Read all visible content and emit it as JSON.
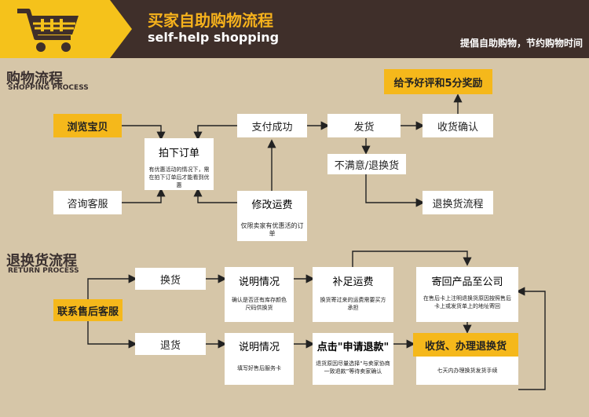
{
  "header": {
    "title": "买家自助购物流程",
    "subtitle": "self-help shopping",
    "slogan": "提倡自助购物，节约购物时间",
    "cart_icon": "shopping-cart-icon"
  },
  "shopping": {
    "title": "购物流程",
    "title_en": "SHOPPING PROCESS",
    "browse": "浏览宝贝",
    "order": "拍下订单",
    "order_note": "有优惠活动的情况下，需在拍下订单后才能看到优惠",
    "consult": "咨询客服",
    "pay": "支付成功",
    "modify": "修改运费",
    "modify_note": "仅限卖家有优惠活的订单",
    "ship": "发货",
    "confirm": "收货确认",
    "review": "给予好评和5分奖励",
    "unsatisfied": "不满意/退换货",
    "return_flow": "退换货流程"
  },
  "returns": {
    "title": "退换货流程",
    "title_en": "RETURN PROCESS",
    "contact": "联系售后客服",
    "exchange": "换货",
    "explain1": "说明情况",
    "explain1_note": "确认是否还有库存颜色尺码供换货",
    "freight": "补足运费",
    "freight_note": "换货寄过来的运费需要买方承担",
    "sendback": "寄回产品至公司",
    "sendback_note": "在售后卡上注明退换货原因按照售后卡上或发货单上的地址寄回",
    "refund": "退货",
    "explain2": "说明情况",
    "explain2_note": "填写好售后服务卡",
    "apply": "点击\"申请退款\"",
    "apply_note": "退货原因尽量选择“与卖家协商一致退款”等待卖家确认",
    "receive": "收货、办理退换货",
    "receive_note": "七天内办理换货发货手续"
  }
}
